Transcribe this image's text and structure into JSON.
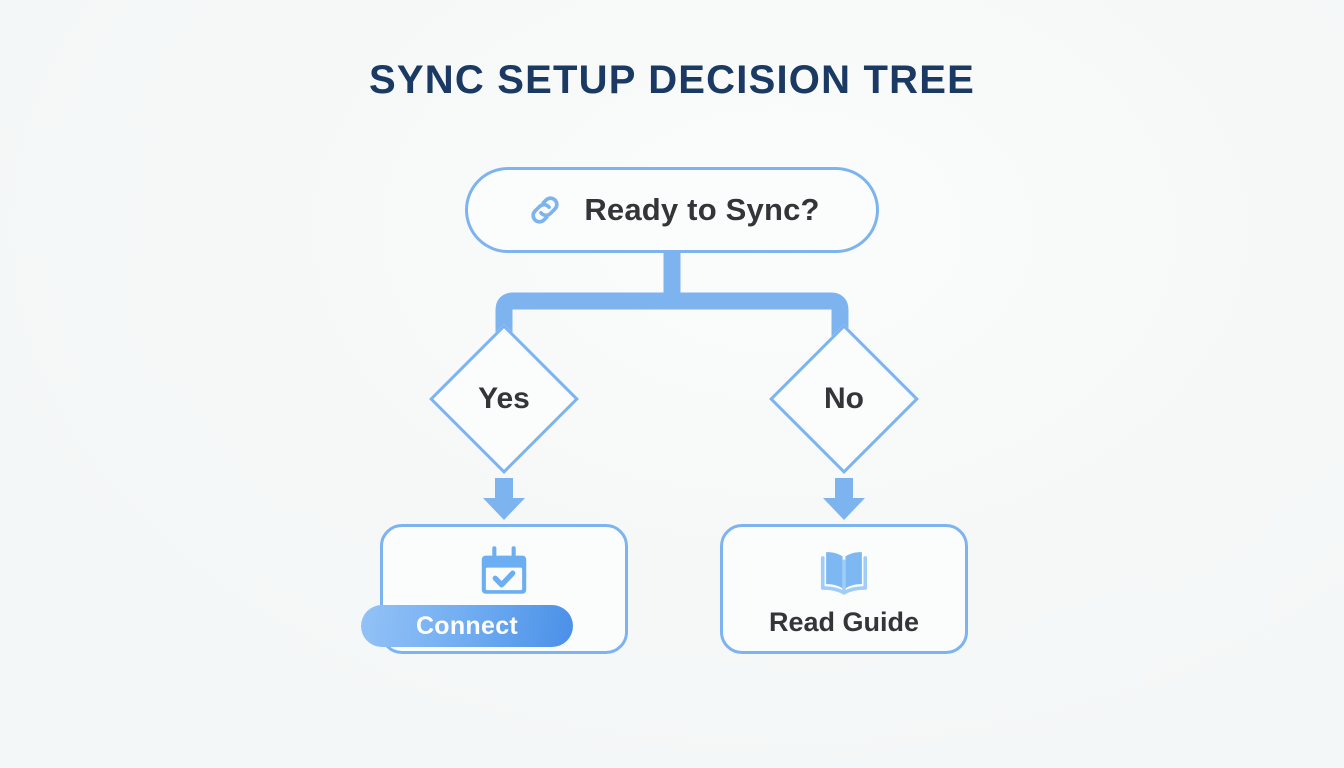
{
  "diagram": {
    "title": "SYNC SETUP DECISION TREE",
    "type": "decision-tree",
    "colors": {
      "background": "#f7f9f9",
      "title": "#1a3a63",
      "accent_blue": "#7db4f0",
      "connector_blue": "#7db4f0",
      "node_text": "#333638",
      "card_fill": "#fbfcfc",
      "button_gradient_start": "#93c2f6",
      "button_gradient_end": "#4a90e8",
      "button_text": "#ffffff"
    },
    "root": {
      "label": "Ready to Sync?",
      "icon": "link-icon",
      "shape": "pill"
    },
    "branches": [
      {
        "decision_label": "Yes",
        "shape": "diamond",
        "outcome": {
          "icon": "calendar-check-icon",
          "button_label": "Connect",
          "has_button": true,
          "text_label": ""
        }
      },
      {
        "decision_label": "No",
        "shape": "diamond",
        "outcome": {
          "icon": "open-book-icon",
          "button_label": "",
          "has_button": false,
          "text_label": "Read Guide"
        }
      }
    ]
  }
}
